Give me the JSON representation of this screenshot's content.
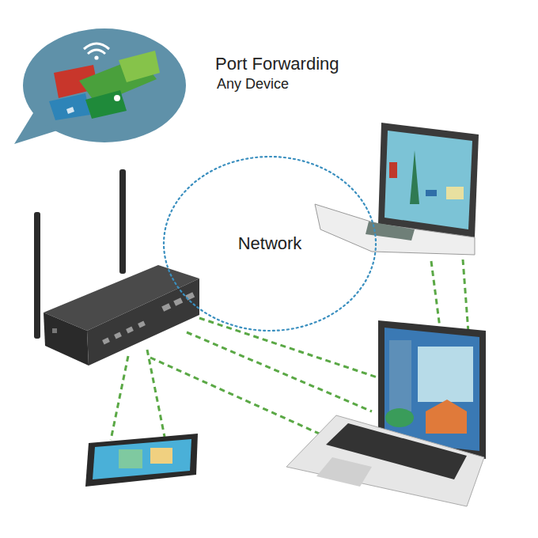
{
  "diagram": {
    "title": "Port Forwarding",
    "nodes": [
      {
        "text": [
          "Network"
        ]
      }
    ],
    "labels": [
      "Any Device"
    ]
  }
}
